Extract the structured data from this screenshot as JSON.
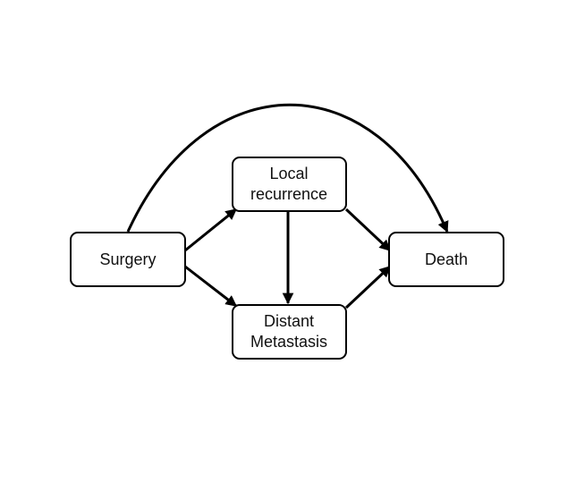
{
  "diagram": {
    "nodes": {
      "surgery": {
        "label": "Surgery"
      },
      "local": {
        "label_line1": "Local",
        "label_line2": "recurrence"
      },
      "distant": {
        "label_line1": "Distant",
        "label_line2": "Metastasis"
      },
      "death": {
        "label": "Death"
      }
    },
    "edges": [
      {
        "from": "Surgery",
        "to": "Local recurrence"
      },
      {
        "from": "Surgery",
        "to": "Distant Metastasis"
      },
      {
        "from": "Surgery",
        "to": "Death"
      },
      {
        "from": "Local recurrence",
        "to": "Distant Metastasis"
      },
      {
        "from": "Local recurrence",
        "to": "Death"
      },
      {
        "from": "Distant Metastasis",
        "to": "Death"
      }
    ],
    "colors": {
      "stroke": "#000000",
      "fill": "#ffffff",
      "text": "#111111"
    }
  }
}
